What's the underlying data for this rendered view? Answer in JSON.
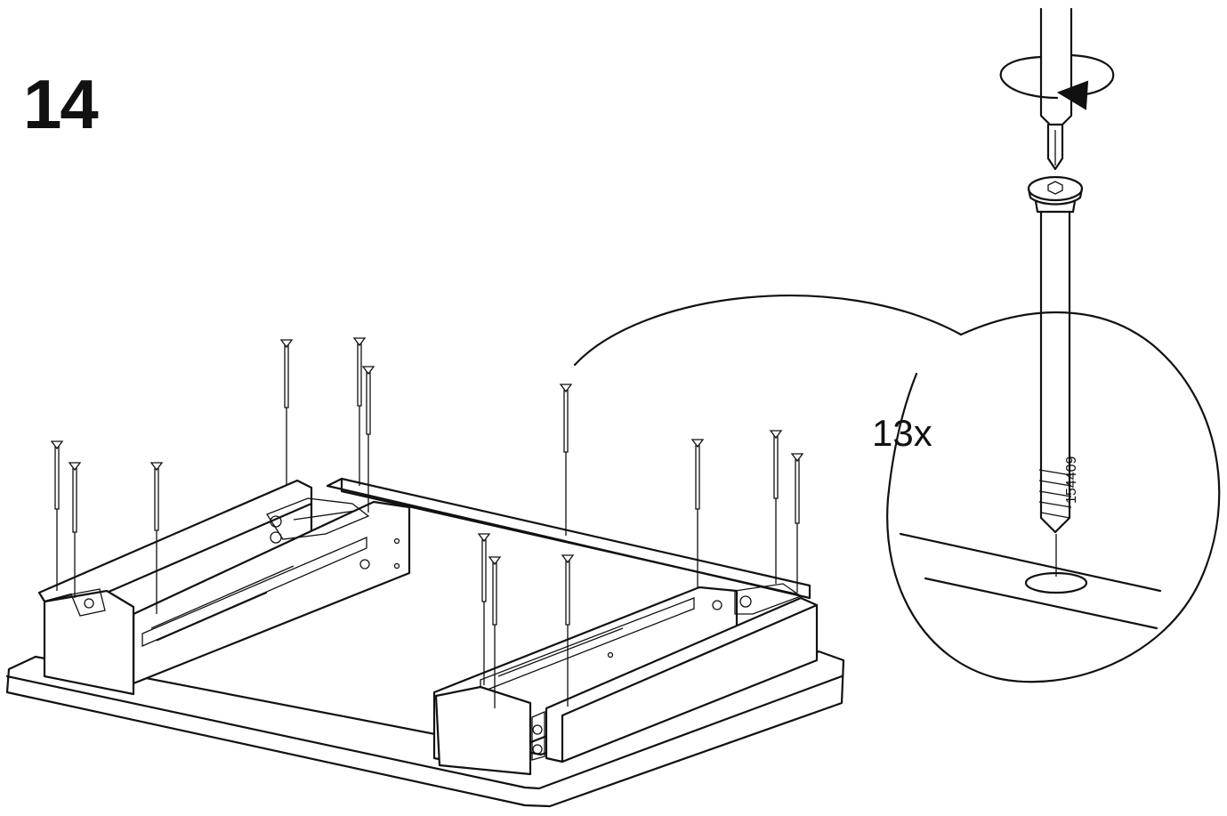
{
  "step": {
    "number": "14"
  },
  "detail": {
    "quantity": "13x",
    "article_code": "154409"
  },
  "icons": {
    "screwdriver": "screwdriver-icon",
    "rotation": "rotate-clockwise-arrow-icon",
    "screw": "screw-icon"
  },
  "colors": {
    "line": "#111111",
    "background": "#ffffff"
  }
}
